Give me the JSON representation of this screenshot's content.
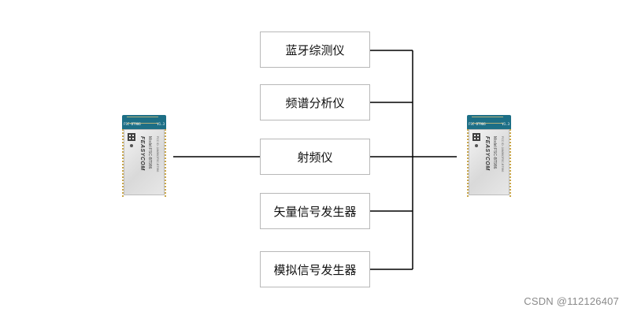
{
  "instruments": [
    {
      "label": "蓝牙综测仪"
    },
    {
      "label": "频谱分析仪"
    },
    {
      "label": "射频仪"
    },
    {
      "label": "矢量信号发生器"
    },
    {
      "label": "模拟信号发生器"
    }
  ],
  "left_module": {
    "pcb_label": "FSC-BT986",
    "version": "V1.3",
    "brand": "FEASYCOM",
    "model": "Model:FSC-BT986",
    "fcc": "FCC ID: 2AMWOFSC-BT986"
  },
  "right_module": {
    "pcb_label": "FSC-BT986",
    "version": "V1.3",
    "brand": "FEASYCOM",
    "model": "Model:FSC-BT986",
    "fcc": "FCC ID: 2AMWOFSC-BT986"
  },
  "watermark": "CSDN @112126407",
  "colors": {
    "line": "#000000",
    "box_border": "#b8b8b8",
    "pcb": "#1d6f86"
  }
}
